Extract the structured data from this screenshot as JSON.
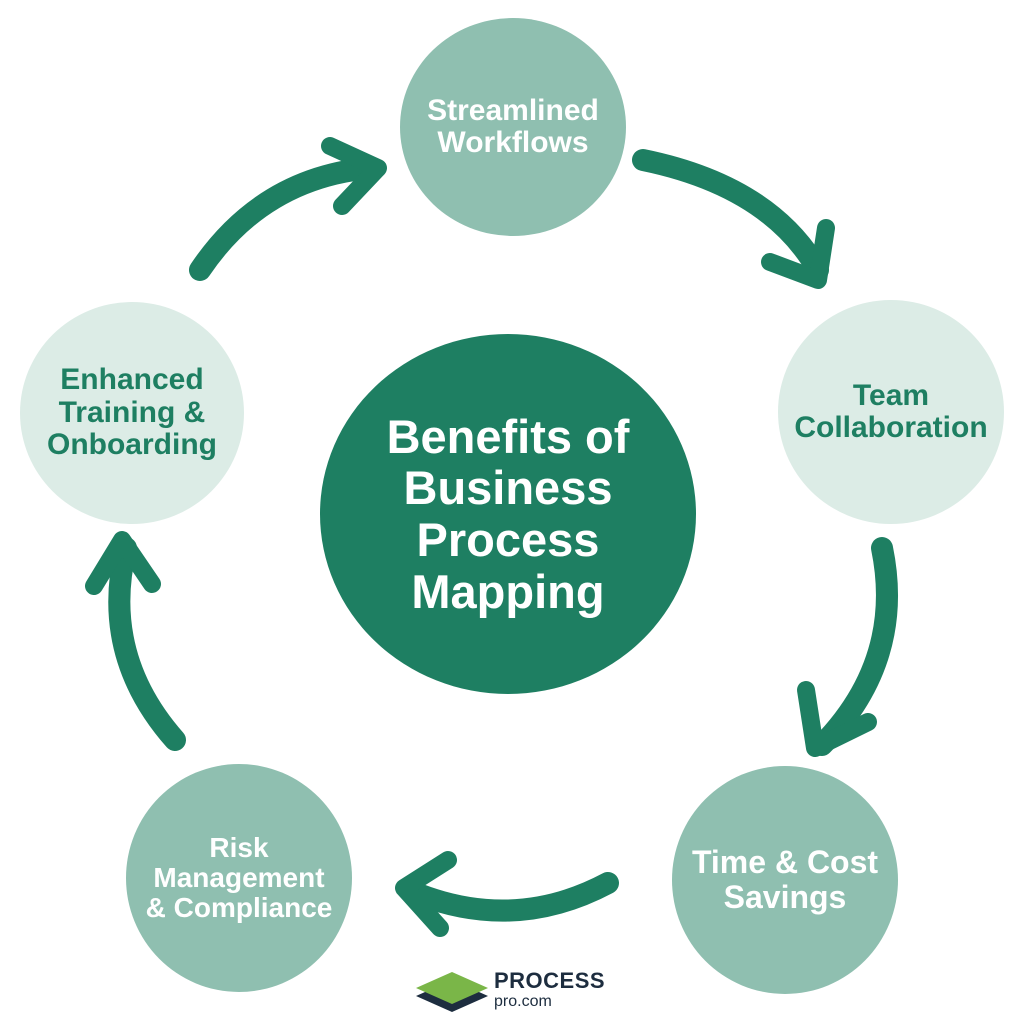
{
  "diagram": {
    "center": {
      "lines": [
        "Benefits of",
        "Business",
        "Process",
        "Mapping"
      ]
    },
    "nodes": [
      {
        "id": "streamlined",
        "lines": [
          "Streamlined",
          "Workflows"
        ]
      },
      {
        "id": "team",
        "lines": [
          "Team",
          "Collaboration"
        ]
      },
      {
        "id": "time",
        "lines": [
          "Time & Cost",
          "Savings"
        ]
      },
      {
        "id": "risk",
        "lines": [
          "Risk",
          "Management",
          "& Compliance"
        ]
      },
      {
        "id": "training",
        "lines": [
          "Enhanced",
          "Training &",
          "Onboarding"
        ]
      }
    ],
    "flow": "clockwise"
  },
  "logo": {
    "word": "PROCESS",
    "domain": "pro.com"
  },
  "colors": {
    "dark_green": "#1e7f62",
    "mid_green": "#8fbfb0",
    "light_green": "#dcece6",
    "logo_navy": "#1d2d3f",
    "logo_lime": "#7ab648"
  }
}
